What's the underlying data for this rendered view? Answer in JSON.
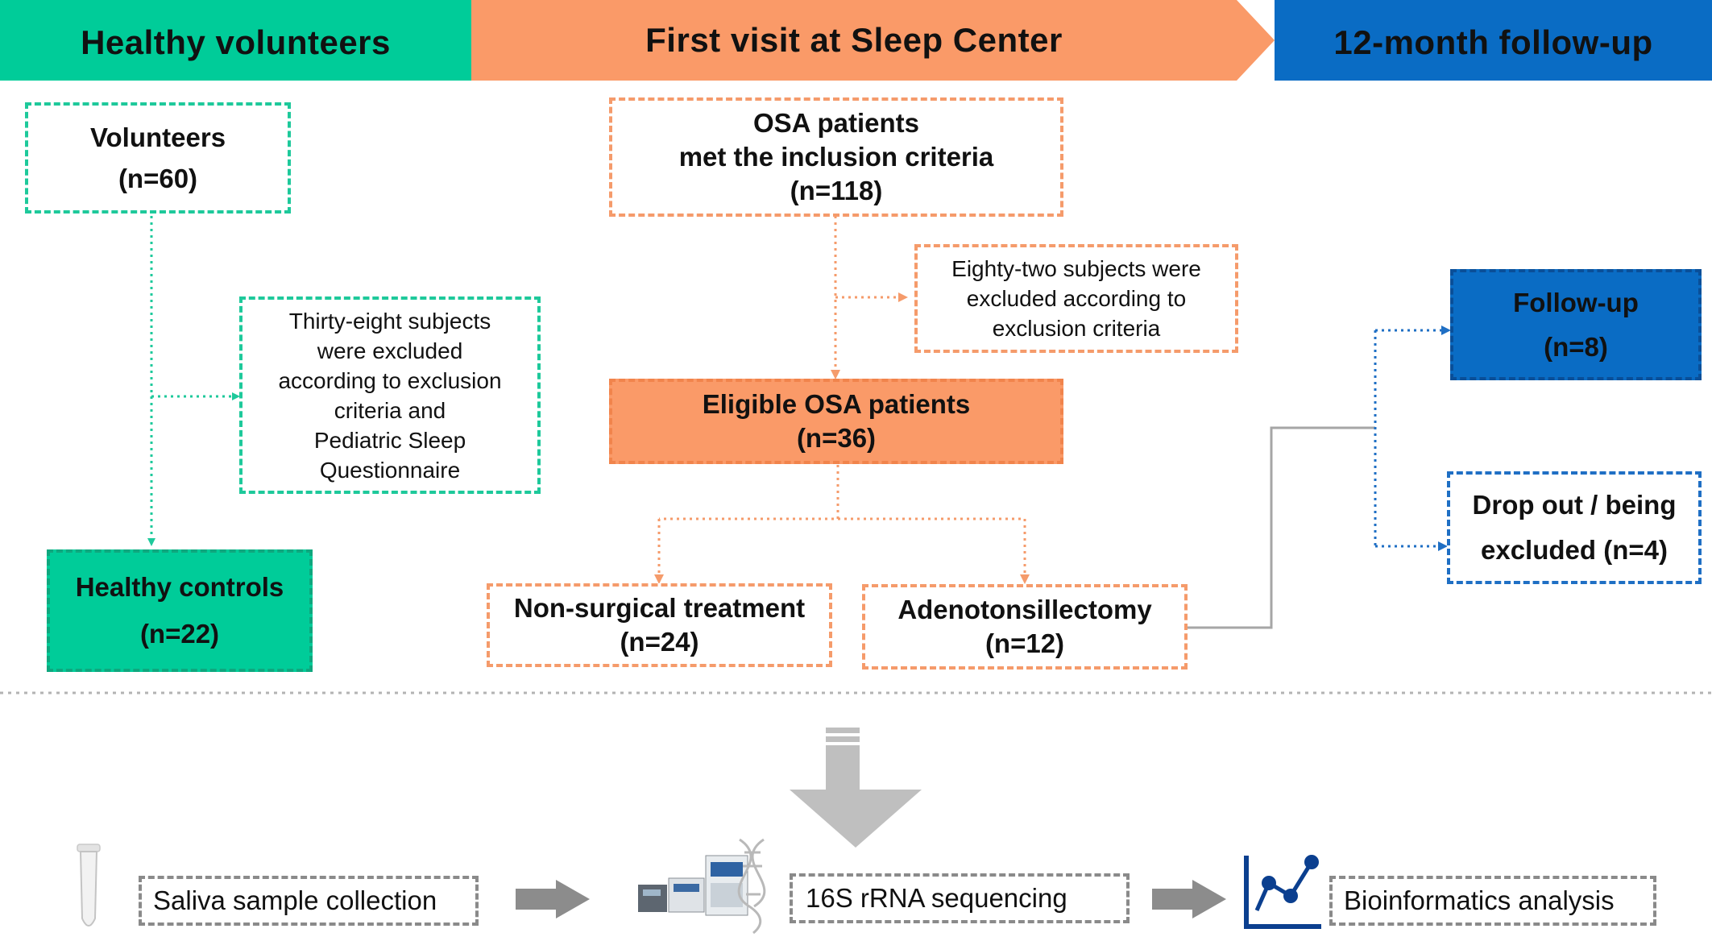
{
  "headers": {
    "healthy": "Healthy volunteers",
    "first_visit": "First visit at  Sleep Center",
    "follow_up": "12-month follow-up"
  },
  "healthy_column": {
    "volunteers_title": "Volunteers",
    "volunteers_n": "(n=60)",
    "excluded_lines": [
      "Thirty-eight subjects",
      "were excluded",
      "according to exclusion",
      "criteria and",
      "Pediatric Sleep",
      "Questionnaire"
    ],
    "controls_title": "Healthy controls",
    "controls_n": "(n=22)"
  },
  "osa_column": {
    "patients_line1": "OSA patients",
    "patients_line2": "met the inclusion criteria",
    "patients_n": "(n=118)",
    "excluded_lines": [
      "Eighty-two subjects were",
      "excluded according to",
      "exclusion criteria"
    ],
    "eligible_title": "Eligible OSA patients",
    "eligible_n": "(n=36)",
    "nonsurgical_title": "Non-surgical treatment",
    "nonsurgical_n": "(n=24)",
    "adeno_title": "Adenotonsillectomy",
    "adeno_n": "(n=12)"
  },
  "follow_column": {
    "followup_title": "Follow-up",
    "followup_n": "(n=8)",
    "dropout_line1": "Drop out / being",
    "dropout_line2": "excluded (n=4)"
  },
  "pipeline": {
    "step1": "Saliva sample collection",
    "step2": "16S rRNA sequencing",
    "step3": "Bioinformatics analysis"
  },
  "colors": {
    "teal": "#00cc99",
    "orange": "#fa9a68",
    "blue": "#0a6cc4",
    "gray": "#8a8a8a"
  }
}
